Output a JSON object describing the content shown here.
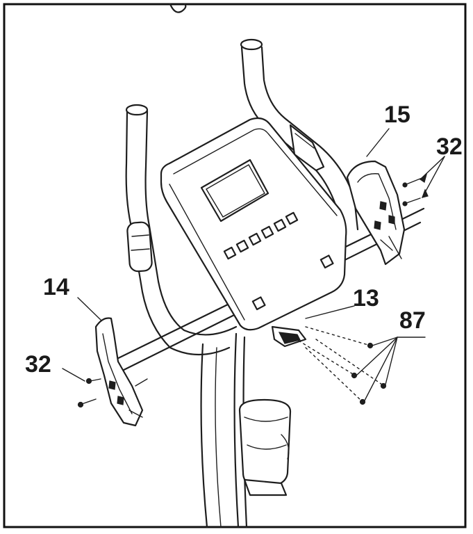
{
  "labels": {
    "part_15": "15",
    "part_32_right": "32",
    "part_14": "14",
    "part_13": "13",
    "part_87": "87",
    "part_32_left": "32"
  }
}
